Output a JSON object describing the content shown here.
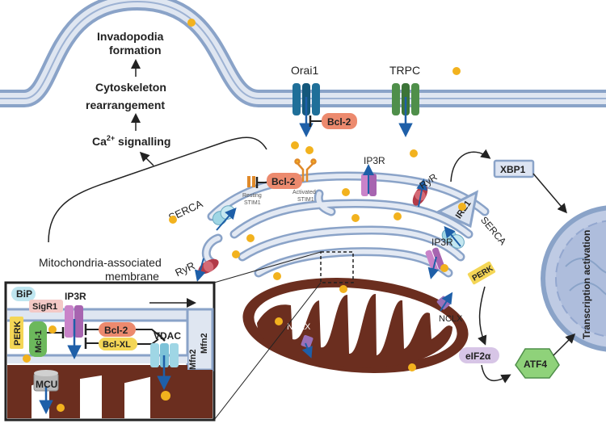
{
  "left_labels": {
    "invadopodia_1": "Invadopodia",
    "invadopodia_2": "formation",
    "cytoskeleton_1": "Cytoskeleton",
    "cytoskeleton_2": "rearrangement",
    "ca_prefix": "Ca",
    "ca_sup": "2+",
    "ca_suffix": " signalling"
  },
  "channels": {
    "orai1": "Orai1",
    "trpc": "TRPC",
    "bcl2_orai": "Bcl-2"
  },
  "er": {
    "serca_left": "SERCA",
    "serca_right": "SERCA",
    "ryr_left": "RyR",
    "ryr_right": "RyR",
    "ip3r_top": "IP3R",
    "ip3r_right": "IP3R",
    "bcl2": "Bcl-2",
    "resting_1": "Resting",
    "resting_2": "STIM1",
    "activated_1": "Activated",
    "activated_2": "STIM1",
    "ire1": "IRE1",
    "perk": "PERK"
  },
  "mam_label_1": "Mitochondria-associated",
  "mam_label_2": "membrane",
  "mito": {
    "nclx_left": "NCLX",
    "nclx_right": "NCLX"
  },
  "pathway": {
    "xbp1": "XBP1",
    "eif2a": "eIF2α",
    "atf4": "ATF4",
    "transcription": "Transcription activation"
  },
  "inset": {
    "bip": "BiP",
    "sigr1": "SigR1",
    "ip3r": "IP3R",
    "perk": "PERK",
    "mcl1": "Mcl-1",
    "bcl2": "Bcl-2",
    "bclxl": "Bcl-XL",
    "vdac": "VDAC",
    "mfn2_top": "Mfn2",
    "mfn2_bottom": "Mfn2",
    "mcu": "MCU"
  },
  "colors": {
    "membrane": "#8aa3c8",
    "membrane_fill": "#dfe6f1",
    "mito": "#6b2e1f",
    "calcium": "#f2b21e",
    "bcl2": "#ec8a6e",
    "ip3r": "#c983c9",
    "orai": "#1f6f99",
    "trpc": "#4f8f4a",
    "perk": "#f4d656",
    "atf4": "#8fd27a",
    "eif2a": "#d7c5e6"
  }
}
